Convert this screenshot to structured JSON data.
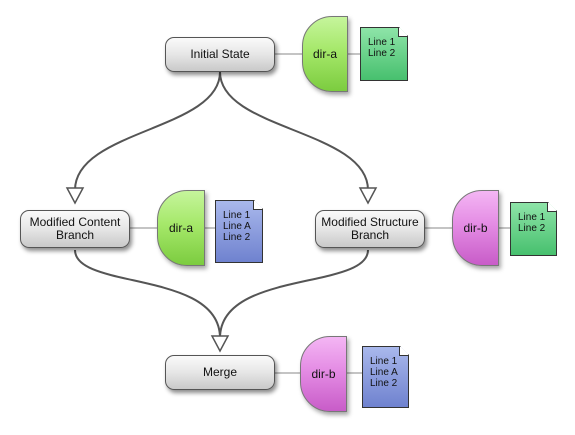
{
  "nodes": {
    "initial": {
      "label": "Initial State"
    },
    "content_branch": {
      "line1": "Modified Content",
      "line2": "Branch"
    },
    "structure_branch": {
      "line1": "Modified Structure",
      "line2": "Branch"
    },
    "merge": {
      "label": "Merge"
    }
  },
  "dirs": {
    "initial": {
      "label": "dir-a",
      "color": "#a5e86a"
    },
    "content_branch": {
      "label": "dir-a",
      "color": "#a5e86a"
    },
    "structure_branch": {
      "label": "dir-b",
      "color": "#e48ce4"
    },
    "merge": {
      "label": "dir-b",
      "color": "#e48ce4"
    }
  },
  "files": {
    "initial": {
      "lines": [
        "Line 1",
        "Line 2"
      ],
      "color": "#5fcf83"
    },
    "content_branch": {
      "lines": [
        "Line 1",
        "Line A",
        "Line 2"
      ],
      "color": "#8797dc"
    },
    "structure_branch": {
      "lines": [
        "Line 1",
        "Line 2"
      ],
      "color": "#5fcf83"
    },
    "merge": {
      "lines": [
        "Line 1",
        "Line A",
        "Line 2"
      ],
      "color": "#8797dc"
    }
  }
}
